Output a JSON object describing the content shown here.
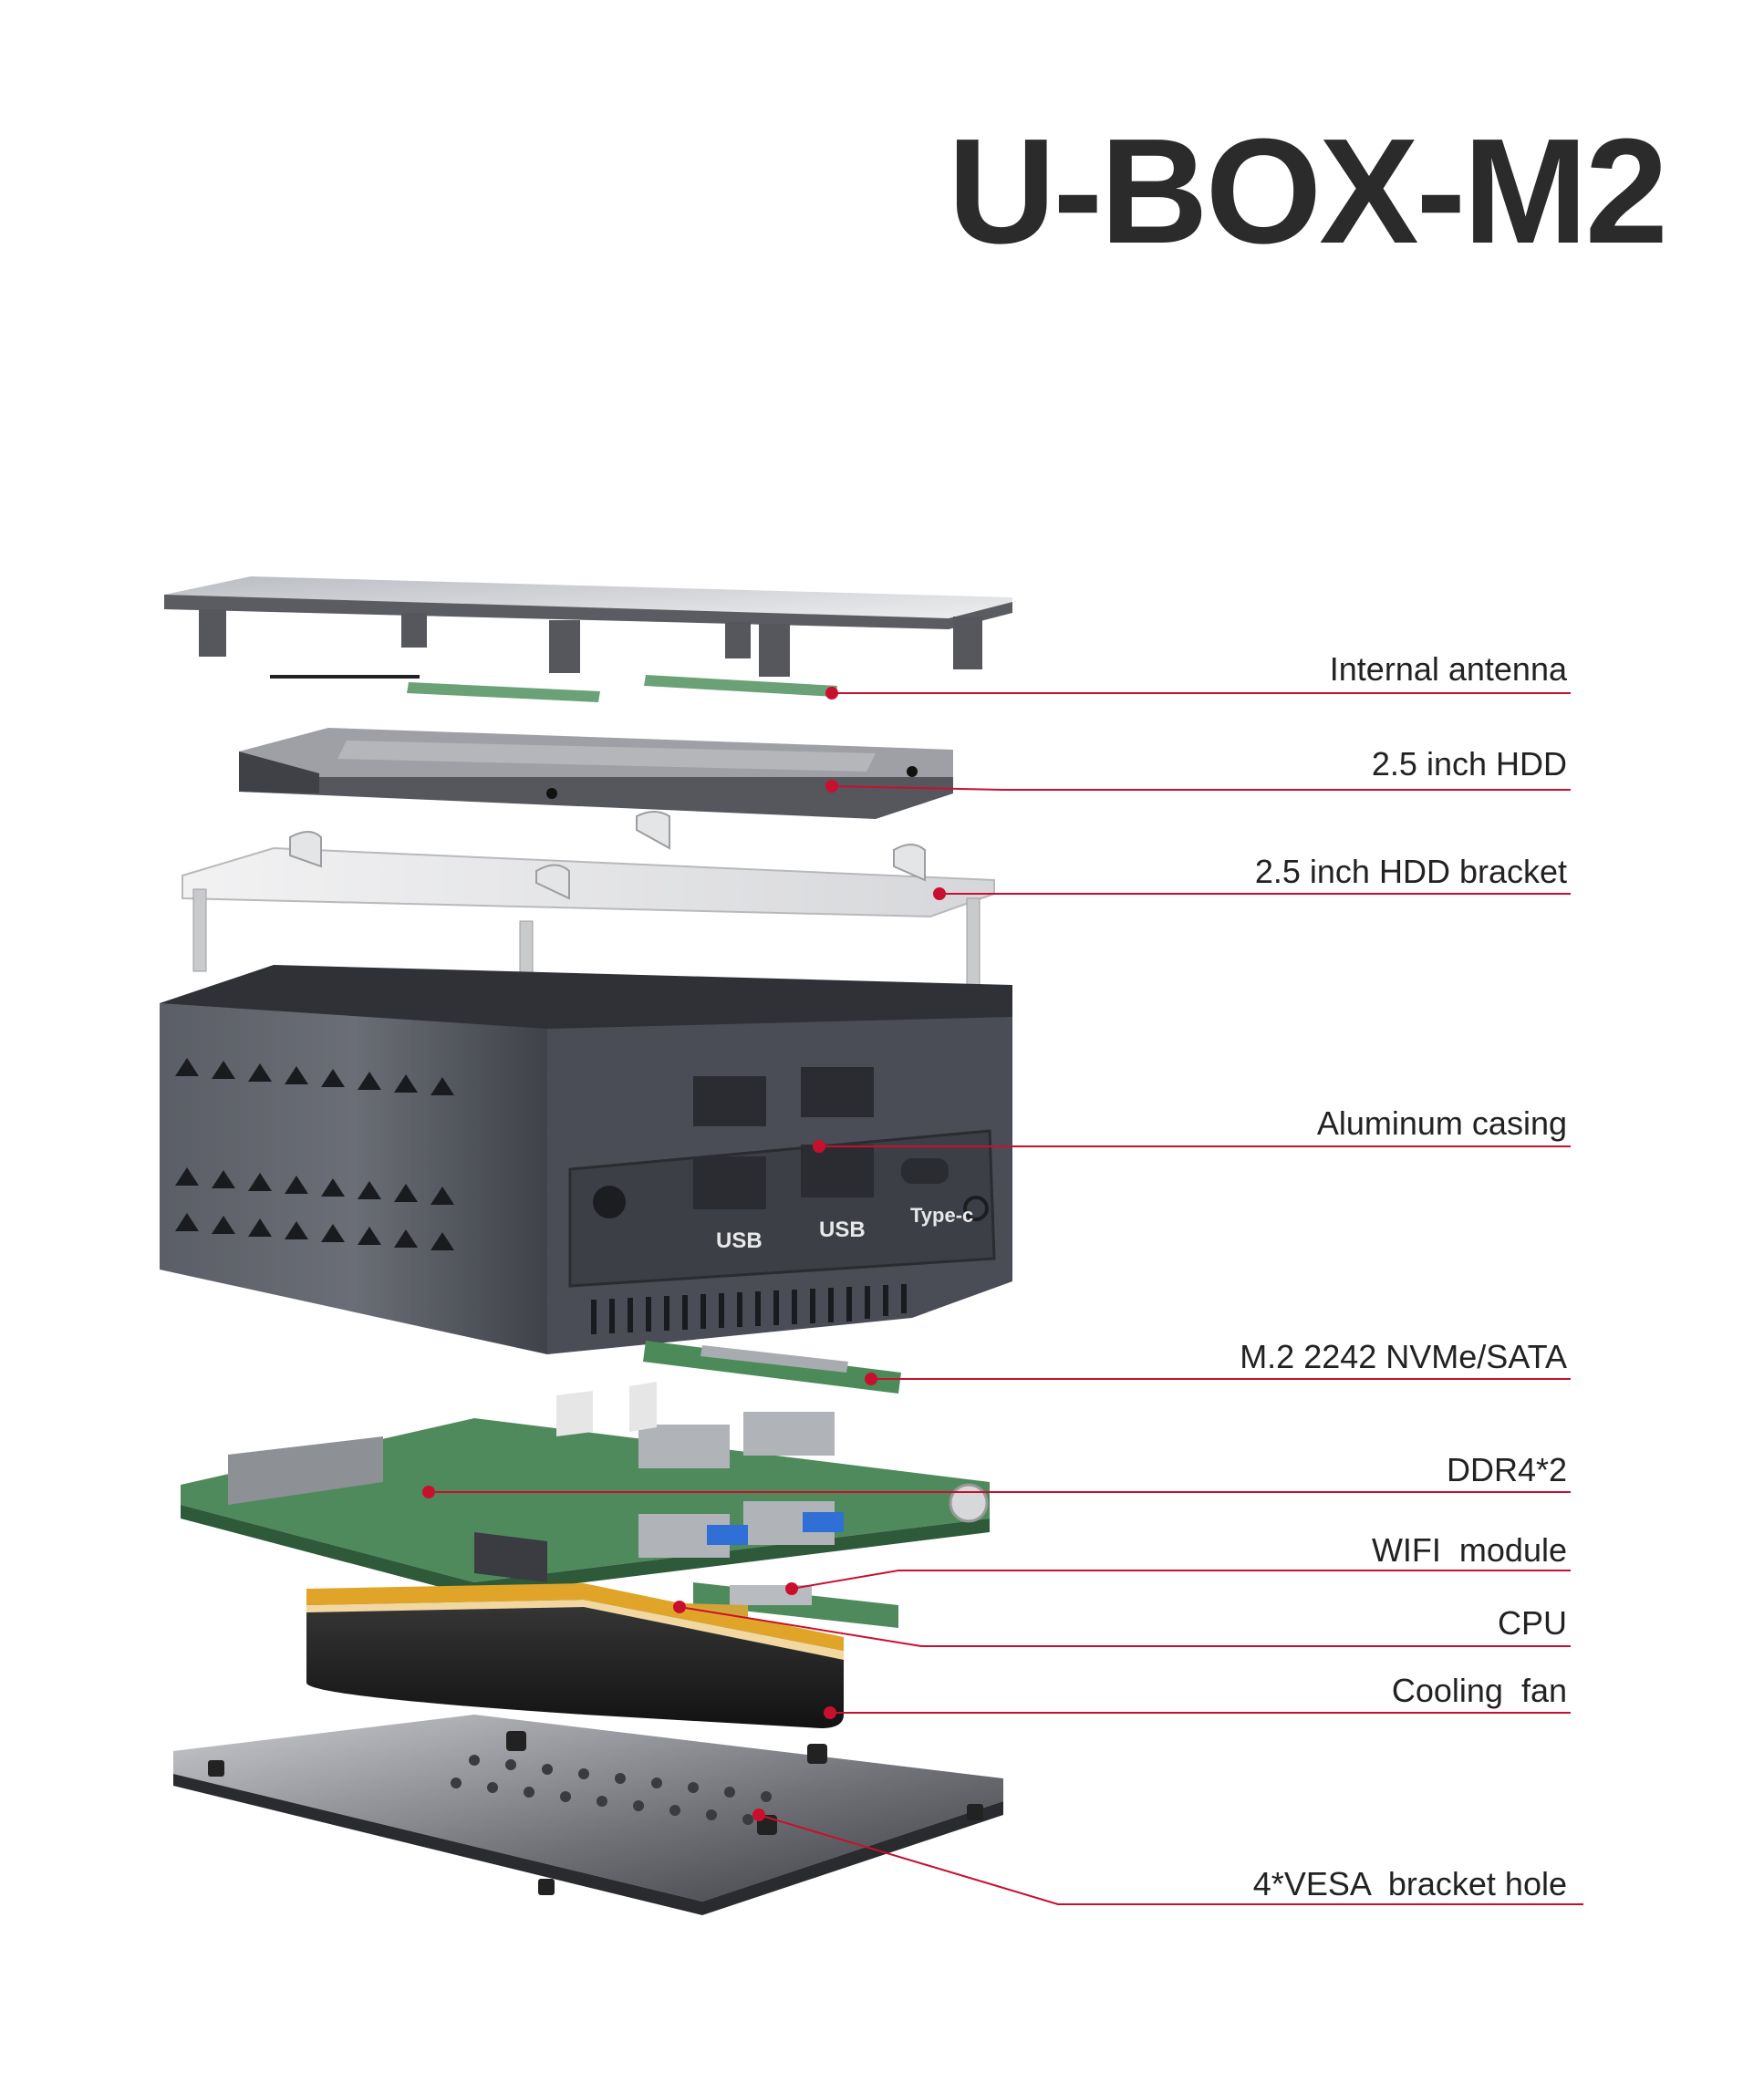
{
  "title": "U-BOX-M2",
  "callouts": [
    {
      "id": "internal-antenna",
      "label": "Internal antenna"
    },
    {
      "id": "hdd",
      "label": "2.5 inch HDD"
    },
    {
      "id": "hdd-bracket",
      "label": "2.5 inch HDD bracket"
    },
    {
      "id": "aluminum-casing",
      "label": "Aluminum casing"
    },
    {
      "id": "m2-ssd",
      "label": "M.2 2242 NVMe/SATA"
    },
    {
      "id": "ddr4",
      "label": "DDR4*2"
    },
    {
      "id": "wifi-module",
      "label": "WIFI  module"
    },
    {
      "id": "cpu",
      "label": "CPU"
    },
    {
      "id": "cooling-fan",
      "label": "Cooling  fan"
    },
    {
      "id": "vesa-hole",
      "label": "4*VESA  bracket hole"
    }
  ],
  "ports": {
    "usb_left": "USB",
    "usb_right": "USB",
    "typec": "Type-c"
  },
  "colors": {
    "leader_line": "#c8102e",
    "title": "#2b2b2b",
    "casing": "#4a4d55",
    "pcb": "#4f8a5c",
    "fan_ring": "#e0a528"
  }
}
